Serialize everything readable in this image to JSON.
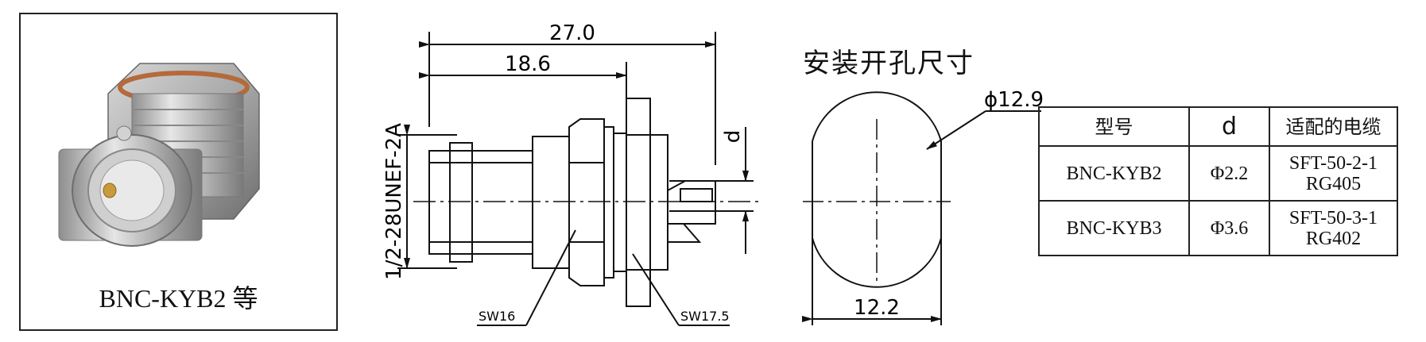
{
  "photo": {
    "caption": "BNC-KYB2 等"
  },
  "side_view": {
    "dim_overall": "27.0",
    "dim_body": "18.6",
    "dim_thread": "1/2-28UNEF-2A",
    "dim_d": "d",
    "label_sw16": "SW16",
    "label_sw17_5": "SW17.5"
  },
  "panel_hole": {
    "title": "安装开孔尺寸",
    "dim_diameter": "ϕ12.9",
    "dim_flat": "12.2"
  },
  "spec_table": {
    "headers": [
      "型号",
      "d",
      "适配的电缆"
    ],
    "rows": [
      {
        "model": "BNC-KYB2",
        "d": "Φ2.2",
        "cable_line1": "SFT-50-2-1",
        "cable_line2": "RG405"
      },
      {
        "model": "BNC-KYB3",
        "d": "Φ3.6",
        "cable_line1": "SFT-50-3-1",
        "cable_line2": "RG402"
      }
    ]
  }
}
